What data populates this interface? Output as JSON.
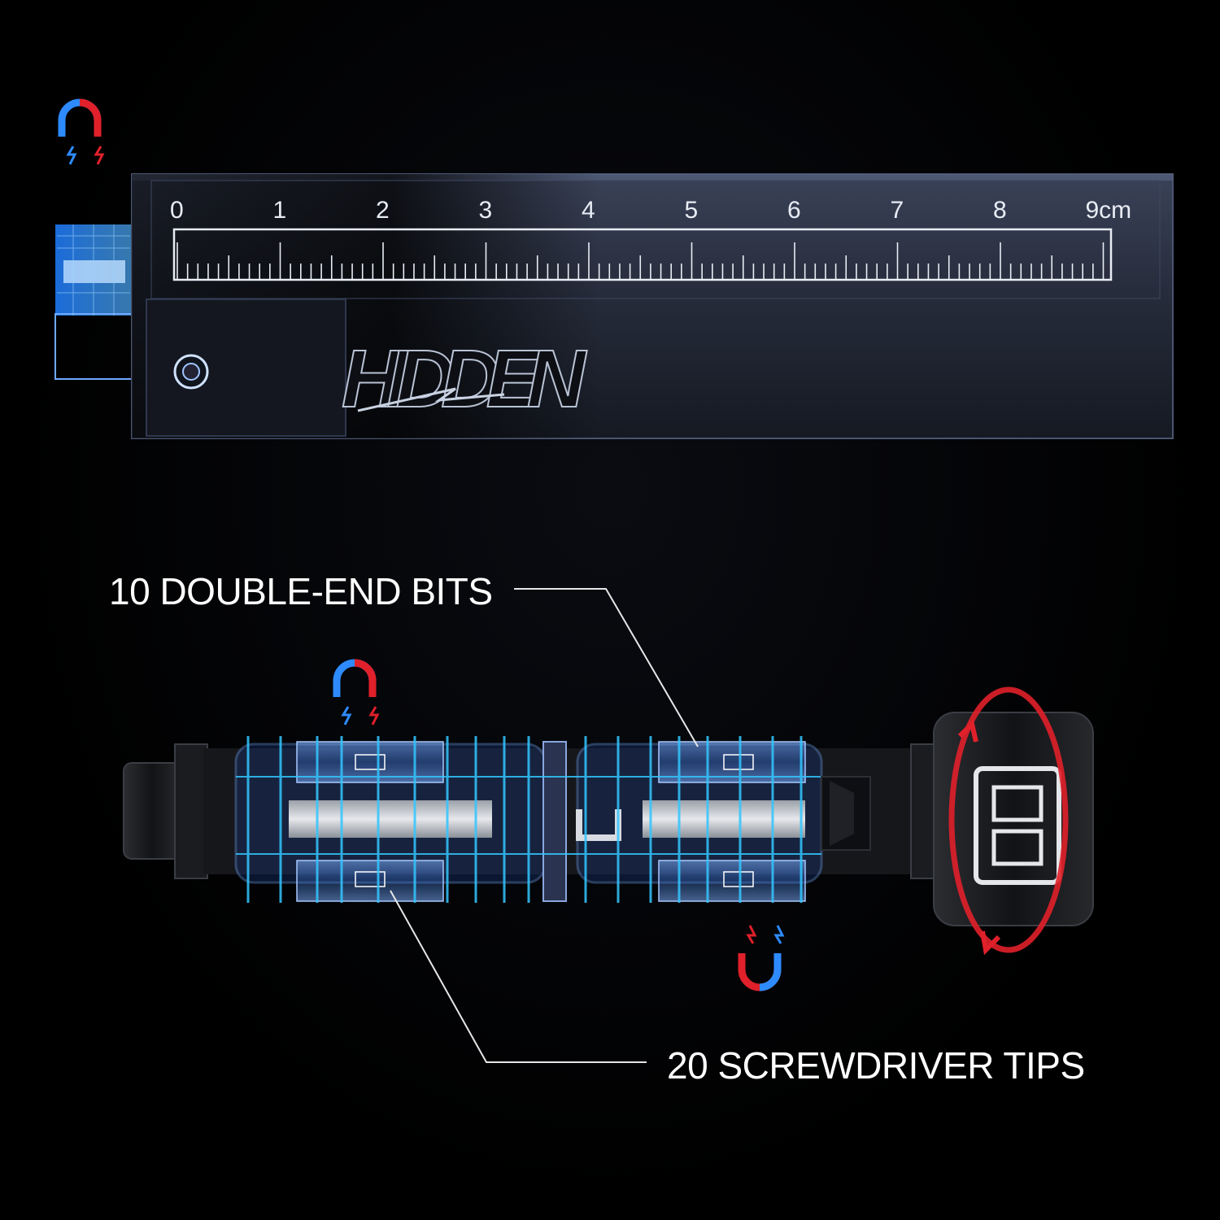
{
  "ruler": {
    "labels": [
      "0",
      "1",
      "2",
      "3",
      "4",
      "5",
      "6",
      "7",
      "8",
      "9cm"
    ]
  },
  "brand_text": "HIDDEN",
  "callouts": {
    "bits": "10 DOUBLE-END BITS",
    "tips": "20 SCREWDRIVER TIPS"
  },
  "icons": {
    "magnet": "magnet-icon",
    "rotate": "rotate-arrows-icon"
  },
  "colors": {
    "background": "#000000",
    "case": "#2a3142",
    "accent_blue": "#2e8bff",
    "accent_red": "#e0202a",
    "cyan_glow": "#33c6ff"
  }
}
